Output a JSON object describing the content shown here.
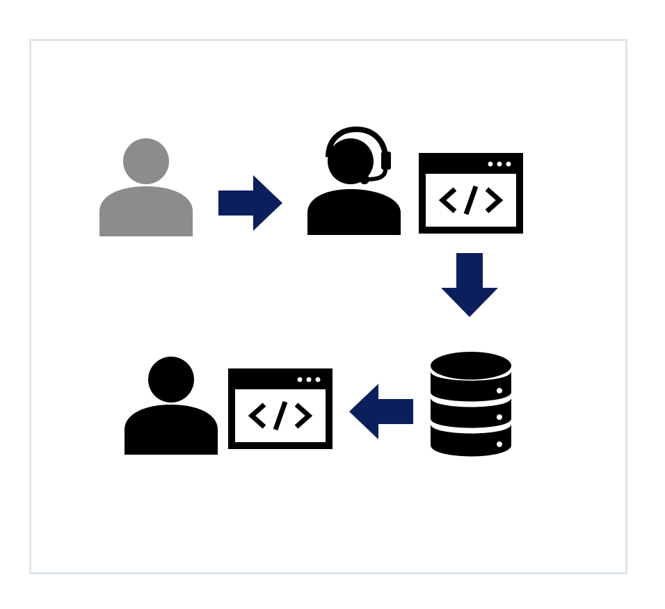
{
  "diagram": {
    "nodes": [
      {
        "id": "requester",
        "icon": "person-icon",
        "color": "#8c8c8c"
      },
      {
        "id": "agent",
        "icon": "headset-person-icon",
        "color": "#000000"
      },
      {
        "id": "code-window-top",
        "icon": "code-window-icon",
        "color": "#000000"
      },
      {
        "id": "database",
        "icon": "database-icon",
        "color": "#000000"
      },
      {
        "id": "code-window-bottom",
        "icon": "code-window-icon",
        "color": "#000000"
      },
      {
        "id": "recipient",
        "icon": "person-icon",
        "color": "#000000"
      }
    ],
    "edges": [
      {
        "from": "requester",
        "to": "agent",
        "direction": "right"
      },
      {
        "from": "code-window-top",
        "to": "database",
        "direction": "down"
      },
      {
        "from": "database",
        "to": "code-window-bottom",
        "direction": "left"
      }
    ],
    "colors": {
      "arrow": "#0b1f5c",
      "frame_border": "#dde5ef",
      "icon_dark": "#000000",
      "icon_gray": "#8c8c8c"
    }
  }
}
